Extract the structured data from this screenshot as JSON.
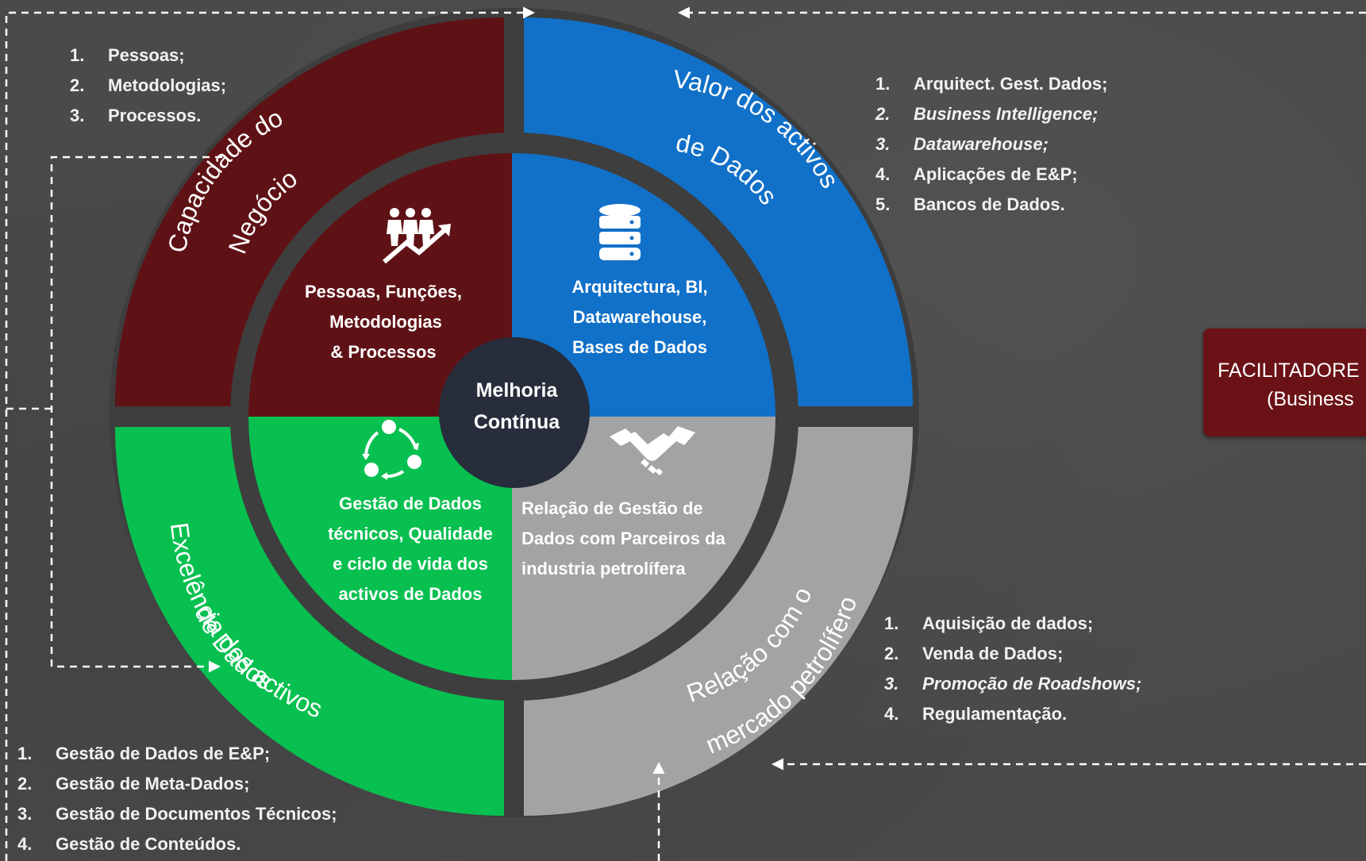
{
  "center": {
    "line1": "Melhoria",
    "line2": "Contínua"
  },
  "quadrants": {
    "capacidade": {
      "outer_title_line1": "Capacidade do",
      "outer_title_line2": "Negócio",
      "inner_lines": [
        "Pessoas, Funções,",
        "Metodologias",
        "& Processos"
      ],
      "color": "#5f1216"
    },
    "valor": {
      "outer_title_line1": "Valor dos activos",
      "outer_title_line2": "de Dados",
      "inner_lines": [
        "Arquitectura, BI,",
        "Datawarehouse,",
        "Bases de Dados"
      ],
      "color": "#1170c8"
    },
    "excelencia": {
      "outer_title_line1": "Excelência dos activos",
      "outer_title_line2": "de Dados",
      "inner_lines": [
        "Gestão de Dados",
        "técnicos, Qualidade",
        "e ciclo de vida dos",
        "activos de Dados"
      ],
      "color": "#07c050"
    },
    "relacao": {
      "outer_title_line1": "Relação com o",
      "outer_title_line2": "mercado petrolífero",
      "inner_lines": [
        "Relação de Gestão de",
        "Dados com Parceiros da",
        "industria petrolífera"
      ],
      "color": "#a3a3a3"
    }
  },
  "lists": {
    "capacidade": [
      {
        "num": "1.",
        "text": "Pessoas;",
        "italic": false
      },
      {
        "num": "2.",
        "text": "Metodologias;",
        "italic": false
      },
      {
        "num": "3.",
        "text": "Processos.",
        "italic": false
      }
    ],
    "valor": [
      {
        "num": "1.",
        "text": "Arquitect. Gest. Dados;",
        "italic": false
      },
      {
        "num": "2.",
        "text": "Business Intelligence;",
        "italic": true
      },
      {
        "num": "3.",
        "text": "Datawarehouse;",
        "italic": true
      },
      {
        "num": "4.",
        "text": "Aplicações de E&P;",
        "italic": false
      },
      {
        "num": "5.",
        "text": "Bancos de Dados.",
        "italic": false
      }
    ],
    "relacao": [
      {
        "num": "1.",
        "text": "Aquisição de dados;",
        "italic": false
      },
      {
        "num": "2.",
        "text": "Venda de Dados;",
        "italic": false
      },
      {
        "num": "3.",
        "text": "Promoção de Roadshows;",
        "italic": true
      },
      {
        "num": "4.",
        "text": "Regulamentação.",
        "italic": false
      }
    ],
    "excelencia": [
      {
        "num": "1.",
        "text": "Gestão de Dados de E&P;",
        "italic": false
      },
      {
        "num": "2.",
        "text": "Gestão de Meta-Dados;",
        "italic": false
      },
      {
        "num": "3.",
        "text": "Gestão de Documentos Técnicos;",
        "italic": false
      },
      {
        "num": "4.",
        "text": "Gestão de Conteúdos.",
        "italic": false
      }
    ]
  },
  "facilitadores": {
    "line1": "FACILITADORE",
    "line2": "(Business"
  },
  "icons": {
    "capacidade": "people-growth-icon",
    "valor": "database-icon",
    "excelencia": "cycle-icon",
    "relacao": "handshake-icon"
  }
}
